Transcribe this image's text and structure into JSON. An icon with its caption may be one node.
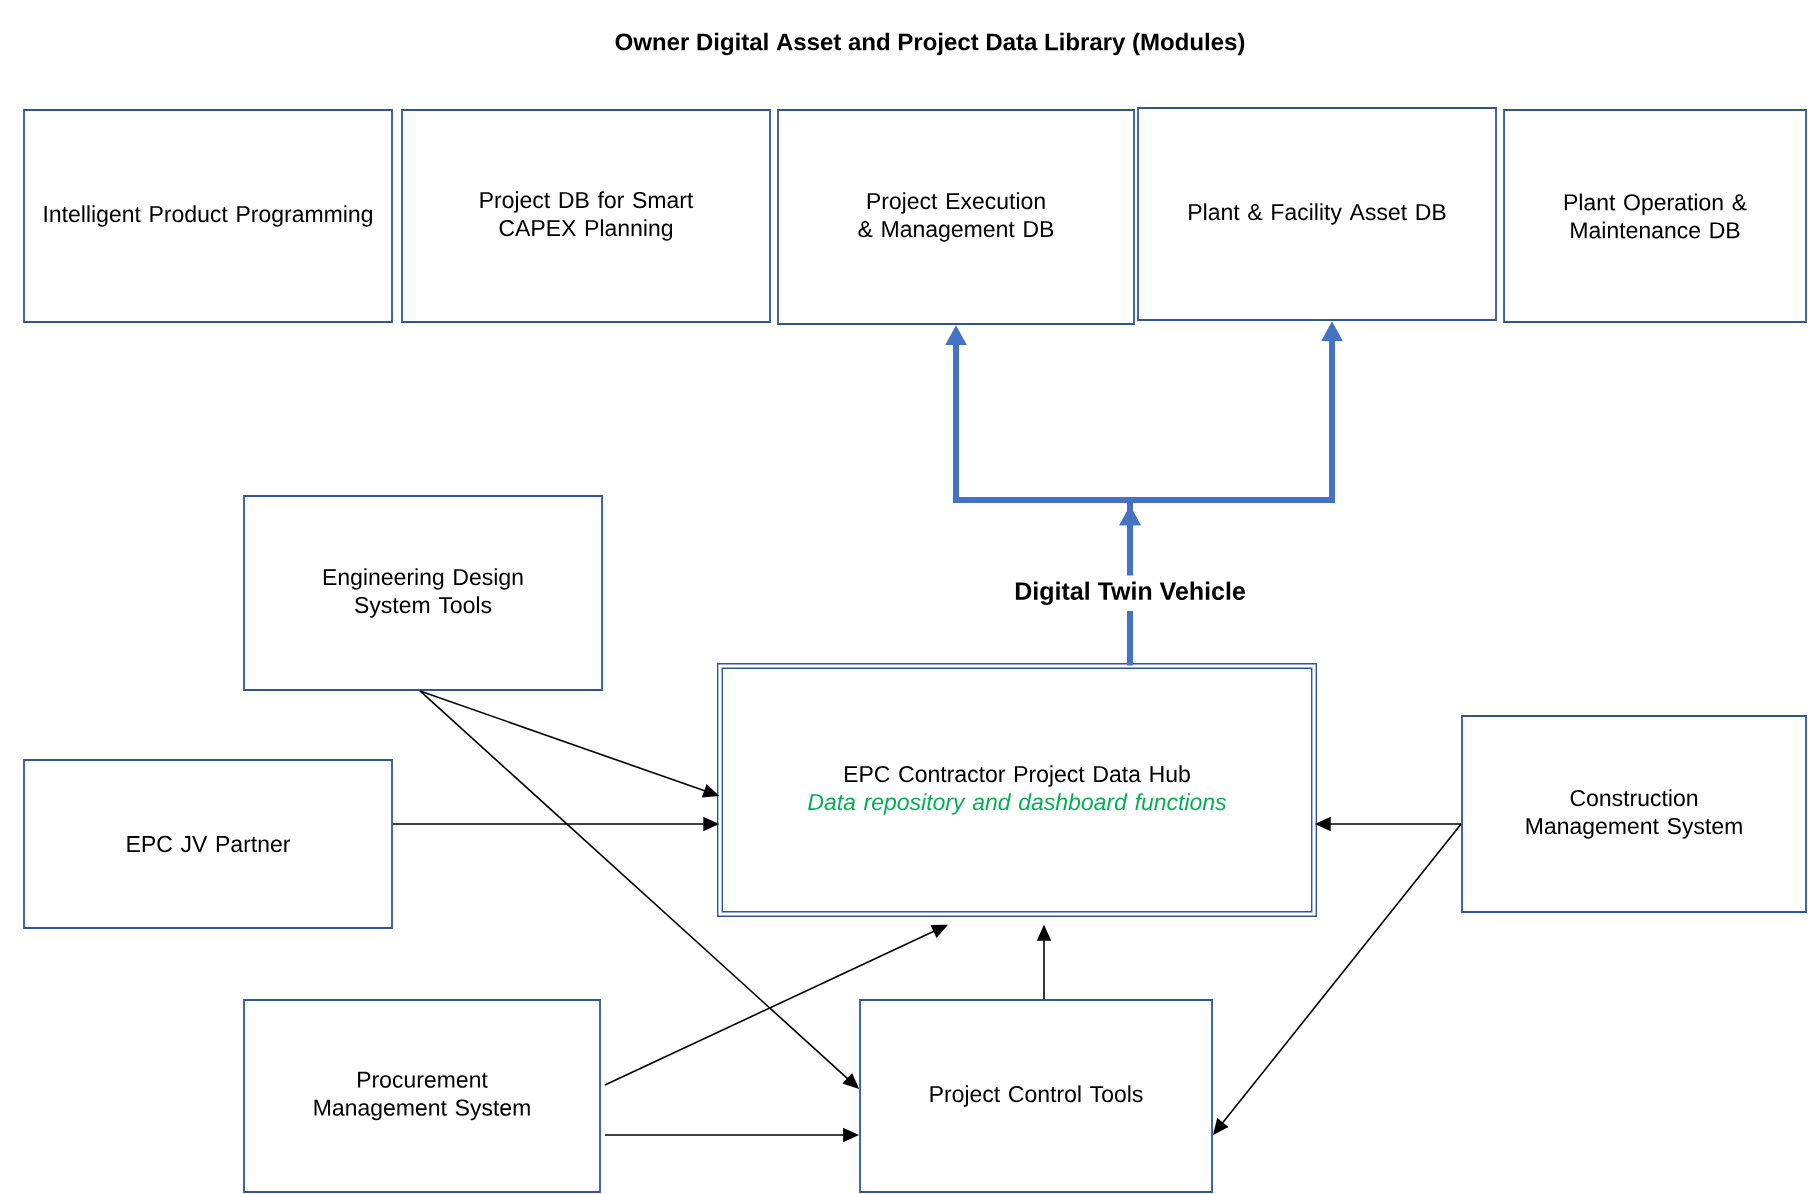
{
  "diagram": {
    "title": "Owner Digital Asset and Project Data Library (Modules)",
    "nodes": [
      {
        "text": [
          "Intelligent Product Programming"
        ]
      },
      {
        "text": [
          "Project DB for Smart CAPEX Planning"
        ]
      },
      {
        "text": [
          "Project Execution & Management DB"
        ]
      },
      {
        "text": [
          "Plant & Facility Asset DB"
        ]
      },
      {
        "text": [
          "Plant Operation & Maintenance DB"
        ]
      },
      {
        "text": [
          "Engineering Design System Tools"
        ]
      },
      {
        "text": [
          "EPC Contractor Project Data Hub",
          "Data repository and dashboard functions"
        ]
      },
      {
        "text": [
          "EPC JV Partner"
        ]
      },
      {
        "text": [
          "Construction Management System"
        ]
      },
      {
        "text": [
          "Procurement Management System"
        ]
      },
      {
        "text": [
          "Project Control Tools"
        ]
      }
    ],
    "edges": [
      {
        "from": 6,
        "to": 2,
        "arrow": "to",
        "label": "Digital Twin Vehicle",
        "style": "thick",
        "color": "#4472c4"
      },
      {
        "from": 6,
        "to": 3,
        "arrow": "to",
        "style": "thick",
        "color": "#4472c4"
      },
      {
        "from": 5,
        "to": 6,
        "arrow": "to"
      },
      {
        "from": 5,
        "to": 10,
        "arrow": "to"
      },
      {
        "from": 7,
        "to": 6,
        "arrow": "to"
      },
      {
        "from": 9,
        "to": 6,
        "arrow": "to"
      },
      {
        "from": 9,
        "to": 10,
        "arrow": "to"
      },
      {
        "from": 10,
        "to": 6,
        "arrow": "to"
      },
      {
        "from": 8,
        "to": 6,
        "arrow": "to"
      },
      {
        "from": 8,
        "to": 10,
        "arrow": "to"
      }
    ]
  }
}
